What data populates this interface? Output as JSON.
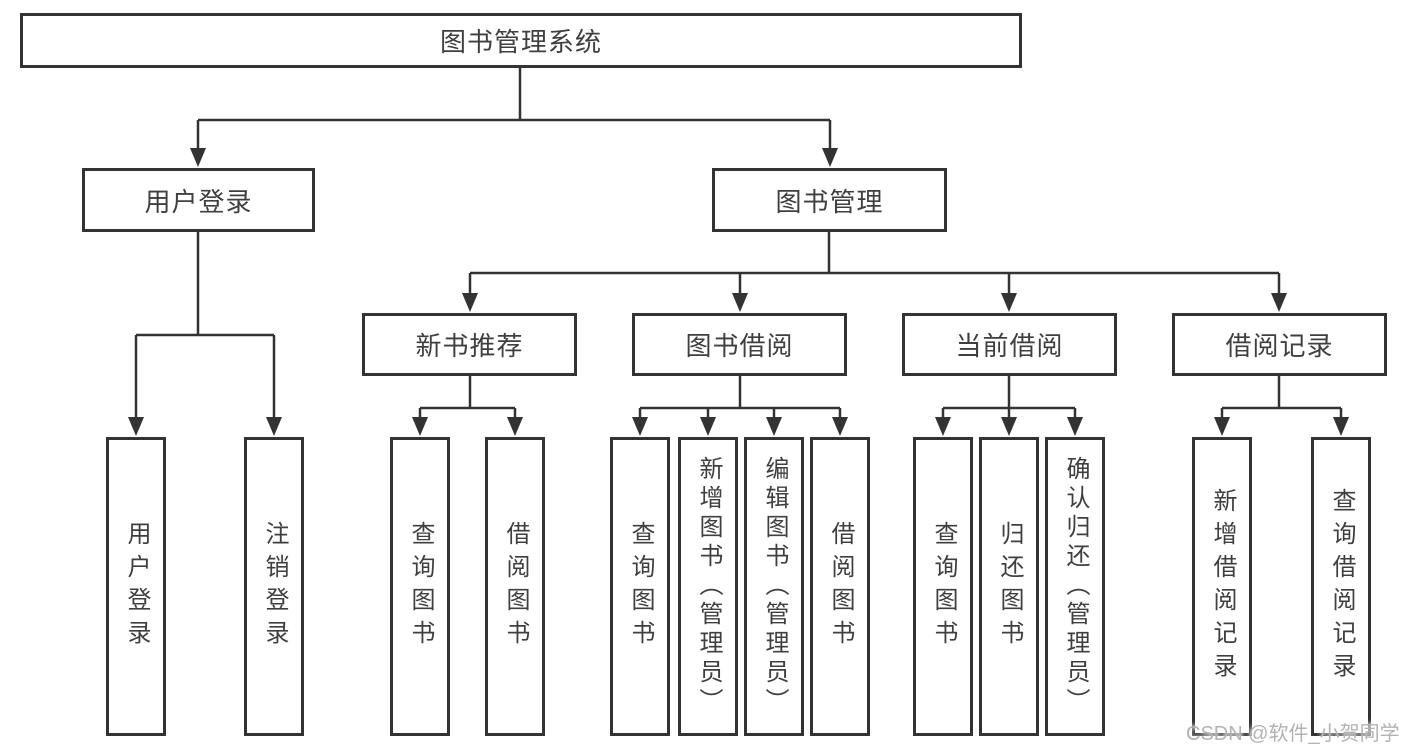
{
  "diagram": {
    "tree": {
      "label": "图书管理系统",
      "children": [
        {
          "label": "用户登录",
          "children": [
            {
              "label": "用户登录"
            },
            {
              "label": "注销登录"
            }
          ]
        },
        {
          "label": "图书管理",
          "children": [
            {
              "label": "新书推荐",
              "children": [
                {
                  "label": "查询图书"
                },
                {
                  "label": "借阅图书"
                }
              ]
            },
            {
              "label": "图书借阅",
              "children": [
                {
                  "label": "查询图书"
                },
                {
                  "label": "新增图书（管理员）"
                },
                {
                  "label": "编辑图书（管理员）"
                },
                {
                  "label": "借阅图书"
                }
              ]
            },
            {
              "label": "当前借阅",
              "children": [
                {
                  "label": "查询图书"
                },
                {
                  "label": "归还图书"
                },
                {
                  "label": "确认归还（管理员）"
                }
              ]
            },
            {
              "label": "借阅记录",
              "children": [
                {
                  "label": "新增借阅记录"
                },
                {
                  "label": "查询借阅记录"
                }
              ]
            }
          ]
        }
      ]
    },
    "watermark": "CSDN @软件_小贺同学",
    "colors": {
      "line": "#333333",
      "text": "#3f3f3f",
      "watermark": "#b3b3b3",
      "background": "#ffffff"
    }
  }
}
